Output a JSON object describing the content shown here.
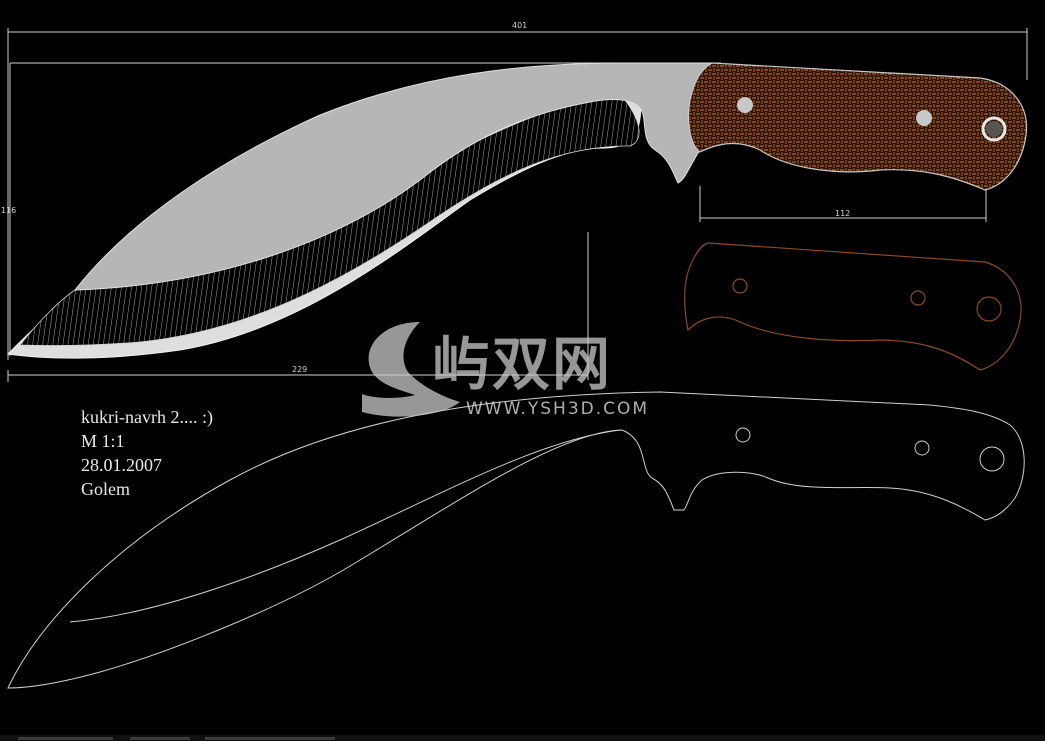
{
  "drawing": {
    "dimensions": {
      "overall_length": "401",
      "height": "116",
      "handle_length": "112",
      "blade_length": "229"
    },
    "notes": {
      "title": "kukri-navrh 2.... :)",
      "scale": "M 1:1",
      "date": "28.01.2007",
      "author": "Golem"
    }
  },
  "watermark": {
    "brand": "屿双网",
    "url": "WWW.YSH3D.COM"
  },
  "colors": {
    "background": "#000000",
    "blade_fill": "#b4b4b4",
    "edge_fill": "#e6e6e6",
    "handle_scale": "#6b3a1c",
    "outline": "#d0d0d0",
    "scale_outline": "#8a4a22"
  }
}
